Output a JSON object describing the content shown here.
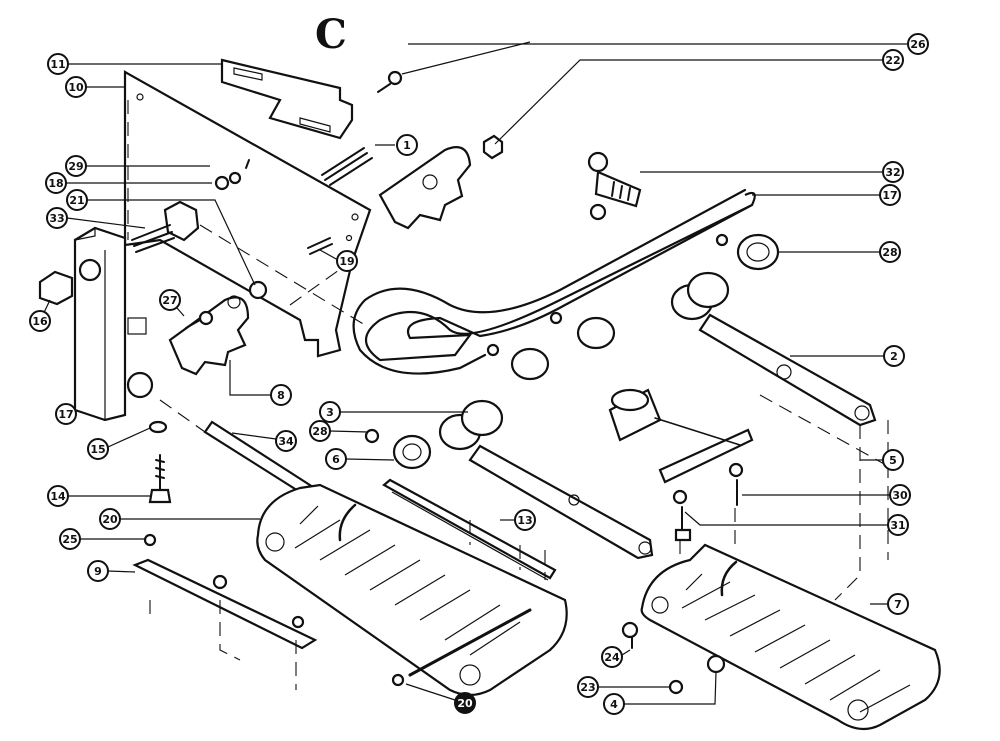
{
  "title": "C",
  "callouts": [
    {
      "id": "c11",
      "label": "11"
    },
    {
      "id": "c10",
      "label": "10"
    },
    {
      "id": "c29",
      "label": "29"
    },
    {
      "id": "c18",
      "label": "18"
    },
    {
      "id": "c21",
      "label": "21"
    },
    {
      "id": "c33",
      "label": "33"
    },
    {
      "id": "c16",
      "label": "16"
    },
    {
      "id": "c27",
      "label": "27"
    },
    {
      "id": "c17a",
      "label": "17"
    },
    {
      "id": "c8",
      "label": "8"
    },
    {
      "id": "c15",
      "label": "15"
    },
    {
      "id": "c14",
      "label": "14"
    },
    {
      "id": "c20a",
      "label": "20"
    },
    {
      "id": "c25",
      "label": "25"
    },
    {
      "id": "c9",
      "label": "9"
    },
    {
      "id": "c26",
      "label": "26"
    },
    {
      "id": "c22",
      "label": "22"
    },
    {
      "id": "c1",
      "label": "1"
    },
    {
      "id": "c19",
      "label": "19"
    },
    {
      "id": "c32",
      "label": "32"
    },
    {
      "id": "c17b",
      "label": "17"
    },
    {
      "id": "c28a",
      "label": "28"
    },
    {
      "id": "c2",
      "label": "2"
    },
    {
      "id": "c3",
      "label": "3"
    },
    {
      "id": "c28b",
      "label": "28"
    },
    {
      "id": "c6",
      "label": "6"
    },
    {
      "id": "c34",
      "label": "34"
    },
    {
      "id": "c13",
      "label": "13"
    },
    {
      "id": "c5",
      "label": "5"
    },
    {
      "id": "c30",
      "label": "30"
    },
    {
      "id": "c31",
      "label": "31"
    },
    {
      "id": "c7",
      "label": "7"
    },
    {
      "id": "c24",
      "label": "24"
    },
    {
      "id": "c23",
      "label": "23"
    },
    {
      "id": "c4",
      "label": "4"
    },
    {
      "id": "c20b",
      "label": "20"
    }
  ]
}
